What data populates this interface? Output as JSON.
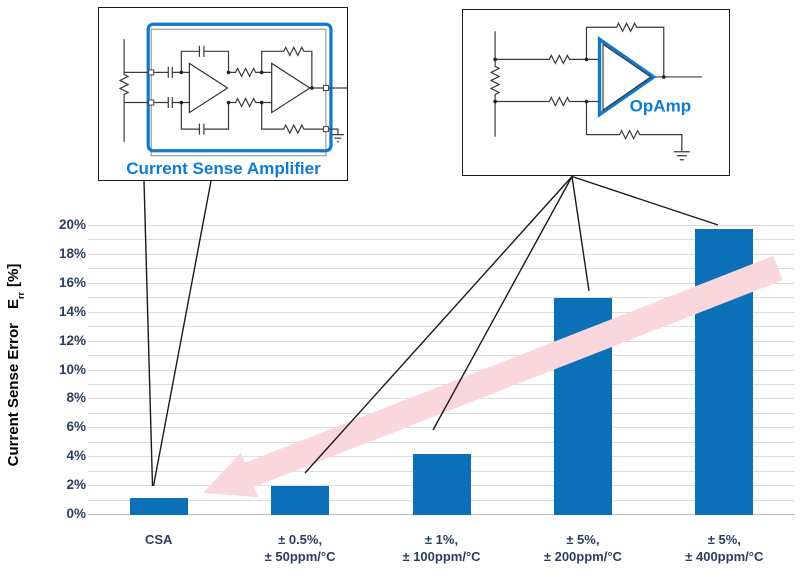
{
  "colors": {
    "bar_blue": "#0C70B8",
    "accent_blue": "#1278CC",
    "diagram_label_blue": "#0C7CD4",
    "axis_text_navy": "#2A3F5E",
    "arrow_pink": "#FAD7DC",
    "gridline_gray": "#DCDCDC",
    "axis_line_gray": "#BFBFBF"
  },
  "diagrams": {
    "csa_label": "Current Sense Amplifier",
    "opamp_label": "OpAmp"
  },
  "y_axis_title": {
    "main": "Current Sense Error",
    "symbol": "E",
    "subscript": "rr",
    "unit": "[%]"
  },
  "chart_data": {
    "type": "bar",
    "title": "",
    "xlabel": "",
    "ylabel": "Current Sense Error Err [%]",
    "categories": [
      "CSA",
      "± 0.5%,\n± 50ppm/°C",
      "± 1%,\n± 100ppm/°C",
      "± 5%,\n± 200ppm/°C",
      "± 5%,\n± 400ppm/°C"
    ],
    "values": [
      1.2,
      2.0,
      4.2,
      15.0,
      19.8
    ],
    "y_tick_labels": [
      "20%",
      "18%",
      "16%",
      "14%",
      "12%",
      "10%",
      "8%",
      "6%",
      "4%",
      "2%",
      "0%"
    ],
    "ylim": [
      0,
      20
    ],
    "tick_interval_pct": 2,
    "grid_interval_pct": 1,
    "grid": true,
    "legend": null,
    "annotations": {
      "trend_arrow": "pink arrow pointing down-left: error decreases from OpAmp solutions toward CSA",
      "callouts": "CSA diagram points to first bar; OpAmp diagram points to the four right bars"
    }
  }
}
